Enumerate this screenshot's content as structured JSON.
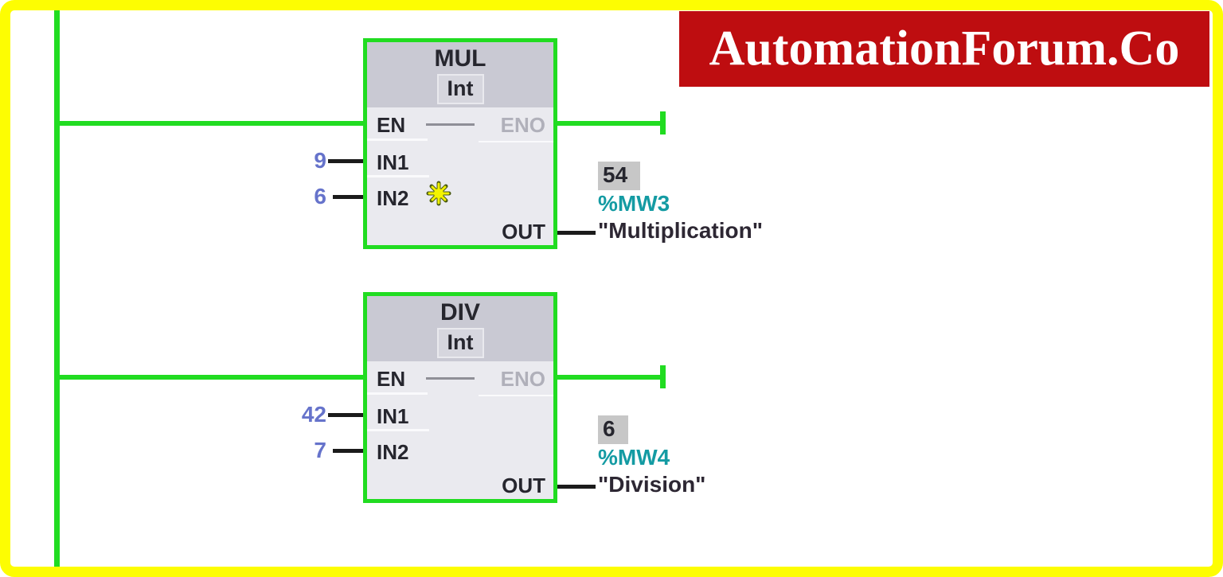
{
  "banner": {
    "text": "AutomationForum.Co",
    "bg_color": "#be0d10",
    "fg_color": "#ffffff"
  },
  "colors": {
    "frame_yellow": "#fdfd02",
    "wire_green": "#21dc21",
    "wire_black": "#1b1b1b",
    "block_header": "#c9c9d3",
    "block_body": "#eaeaef",
    "operand_blue": "#6673cb",
    "address_teal": "#149ba3",
    "monitor_bg": "#c7c7c7"
  },
  "networks": [
    {
      "block": {
        "title": "MUL",
        "datatype": "Int"
      },
      "pins": {
        "en": "EN",
        "eno": "ENO",
        "in1": "IN1",
        "in2": "IN2",
        "out": "OUT"
      },
      "inputs": {
        "in1_value": "9",
        "in2_value": "6"
      },
      "output": {
        "monitor_value": "54",
        "address": "%MW3",
        "symbol": "\"Multiplication\""
      }
    },
    {
      "block": {
        "title": "DIV",
        "datatype": "Int"
      },
      "pins": {
        "en": "EN",
        "eno": "ENO",
        "in1": "IN1",
        "in2": "IN2",
        "out": "OUT"
      },
      "inputs": {
        "in1_value": "42",
        "in2_value": "7"
      },
      "output": {
        "monitor_value": "6",
        "address": "%MW4",
        "symbol": "\"Division\""
      }
    }
  ]
}
